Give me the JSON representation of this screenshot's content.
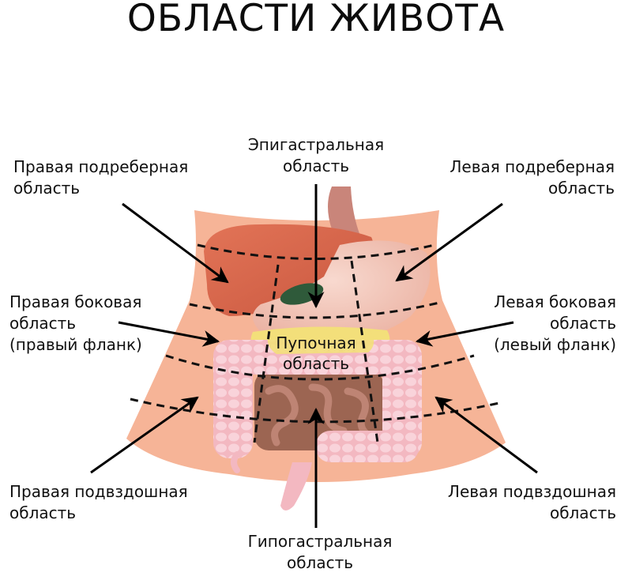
{
  "title": "ОБЛАСТИ ЖИВОТА",
  "regions": {
    "epigastric": {
      "line1": "Эпигастральная",
      "line2": "область"
    },
    "right_hypochondriac": {
      "line1": "Правая подреберная",
      "line2": "область"
    },
    "left_hypochondriac": {
      "line1": "Левая подреберная",
      "line2": "область"
    },
    "right_lateral": {
      "line1": "Правая боковая",
      "line2": "область",
      "line3": "(правый фланк)"
    },
    "left_lateral": {
      "line1": "Левая боковая",
      "line2": "область",
      "line3": "(левый фланк)"
    },
    "umbilical": {
      "line1": "Пупочная",
      "line2": "область"
    },
    "right_iliac": {
      "line1": "Правая подвздошная",
      "line2": "область"
    },
    "left_iliac": {
      "line1": "Левая подвздошная",
      "line2": "область"
    },
    "hypogastric": {
      "line1": "Гипогастральная",
      "line2": "область"
    }
  },
  "colors": {
    "skin": "#f6b497",
    "liver": "#d9674c",
    "stomach": "#f1c3b4",
    "gallbladder": "#2f5a3a",
    "fat": "#f3df7a",
    "colon": "#f5bfc6",
    "small_intestine": "#9c6552",
    "esophagus": "#c9857a",
    "arrow": "#000000"
  }
}
